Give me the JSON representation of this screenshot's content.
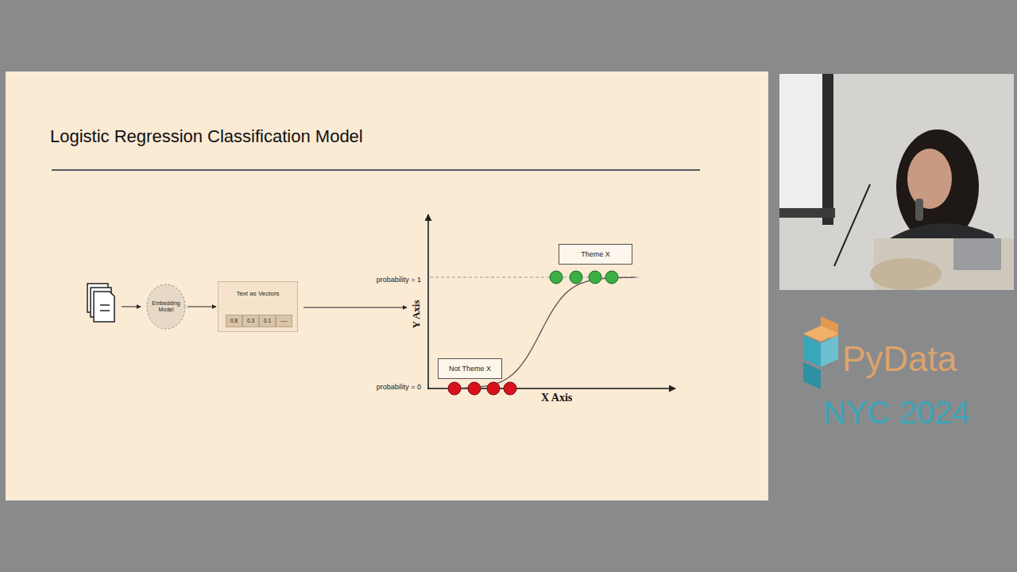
{
  "diagram": {
    "title": "Logistic Regression Classification Model",
    "nodes": [
      {
        "text": [
          "Embedding Model"
        ]
      },
      {
        "text": [
          "Text as Vectors"
        ]
      },
      {
        "text": [
          "0.8"
        ],
        "in": 1
      },
      {
        "text": [
          "0.3"
        ],
        "in": 1
      },
      {
        "text": [
          "0.1"
        ],
        "in": 1
      },
      {
        "text": [
          "----"
        ],
        "in": 1
      },
      {
        "text": [
          "Theme X"
        ]
      },
      {
        "text": [
          "Not Theme X"
        ]
      }
    ],
    "edges": [
      {
        "from": 0,
        "to": 1,
        "arrow": "to"
      }
    ],
    "labels": [
      "probability = 1",
      "Y Axis",
      "probability = 0",
      "X Axis",
      "PyData",
      "NYC 2024"
    ]
  }
}
